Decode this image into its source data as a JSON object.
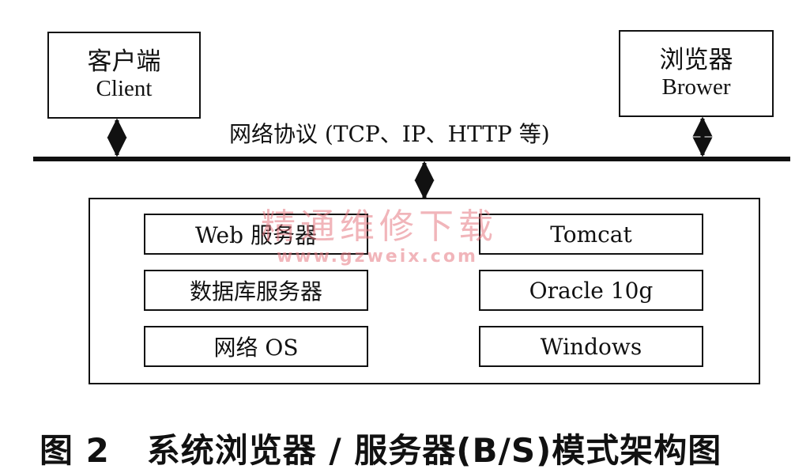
{
  "client": {
    "label_cn": "客户端",
    "label_en": "Client"
  },
  "browser": {
    "label_cn": "浏览器",
    "label_en": "Brower"
  },
  "network_protocol_label": "网络协议 (TCP、IP、HTTP 等)",
  "server_rows": [
    {
      "left": "Web 服务器",
      "right": "Tomcat"
    },
    {
      "left": "数据库服务器",
      "right": "Oracle 10g"
    },
    {
      "left": "网络 OS",
      "right": "Windows"
    }
  ],
  "watermark": {
    "cn": "精通维修下载",
    "url": "www.gzweix.com"
  },
  "caption": "图 2   系统浏览器 / 服务器(B/S)模式架构图"
}
